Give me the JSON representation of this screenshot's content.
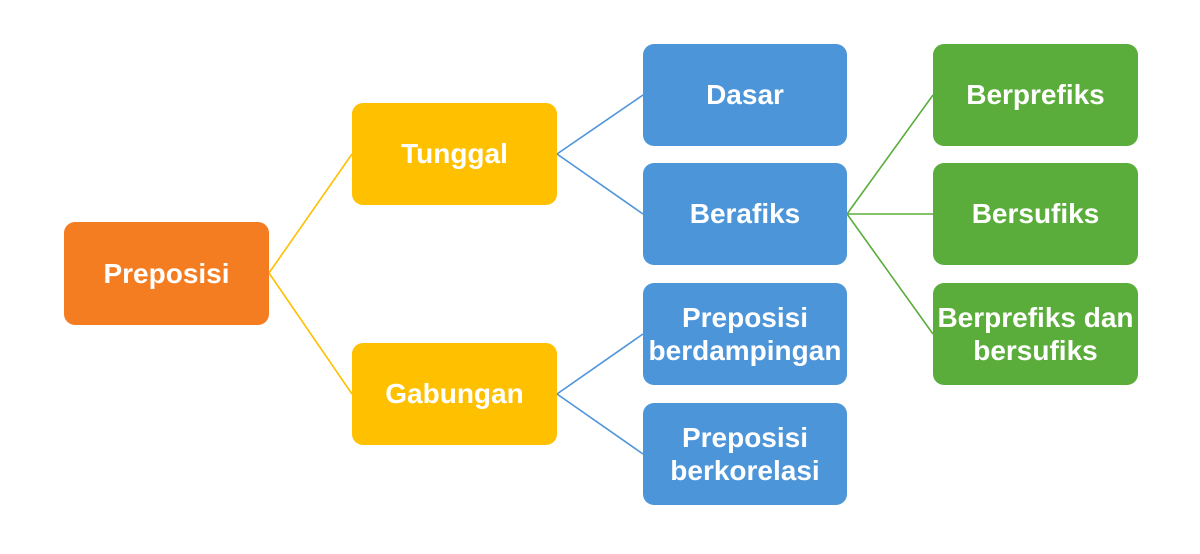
{
  "palette": {
    "background": "#FFFFFF",
    "text": "#FFFFFF",
    "level1_orange": "#F57D21",
    "level2_gold": "#FFC000",
    "level3_blue": "#4D95D9",
    "level4_green": "#5BAD3B"
  },
  "nodes": {
    "preposisi": {
      "label": "Preposisi",
      "level": 1,
      "color": "#F57D21"
    },
    "tunggal": {
      "label": "Tunggal",
      "level": 2,
      "color": "#FFC000"
    },
    "gabungan": {
      "label": "Gabungan",
      "level": 2,
      "color": "#FFC000"
    },
    "dasar": {
      "label": "Dasar",
      "level": 3,
      "color": "#4D95D9"
    },
    "berafiks": {
      "label": "Berafiks",
      "level": 3,
      "color": "#4D95D9"
    },
    "preposisi_berdampingan": {
      "label": "Preposisi\nberdampingan",
      "level": 3,
      "color": "#4D95D9"
    },
    "preposisi_berkorelasi": {
      "label": "Preposisi\nberkorelasi",
      "level": 3,
      "color": "#4D95D9"
    },
    "berprefiks": {
      "label": "Berprefiks",
      "level": 4,
      "color": "#5BAD3B"
    },
    "bersufiks": {
      "label": "Bersufiks",
      "level": 4,
      "color": "#5BAD3B"
    },
    "berprefiks_dan_bersufiks": {
      "label": "Berprefiks dan\nbersufiks",
      "level": 4,
      "color": "#5BAD3B"
    }
  },
  "edges": [
    {
      "from": "preposisi",
      "to": "tunggal",
      "color": "#FFC000"
    },
    {
      "from": "preposisi",
      "to": "gabungan",
      "color": "#FFC000"
    },
    {
      "from": "tunggal",
      "to": "dasar",
      "color": "#4D95D9"
    },
    {
      "from": "tunggal",
      "to": "berafiks",
      "color": "#4D95D9"
    },
    {
      "from": "gabungan",
      "to": "preposisi_berdampingan",
      "color": "#4D95D9"
    },
    {
      "from": "gabungan",
      "to": "preposisi_berkorelasi",
      "color": "#4D95D9"
    },
    {
      "from": "berafiks",
      "to": "berprefiks",
      "color": "#5BAD3B"
    },
    {
      "from": "berafiks",
      "to": "bersufiks",
      "color": "#5BAD3B"
    },
    {
      "from": "berafiks",
      "to": "berprefiks_dan_bersufiks",
      "color": "#5BAD3B"
    }
  ]
}
